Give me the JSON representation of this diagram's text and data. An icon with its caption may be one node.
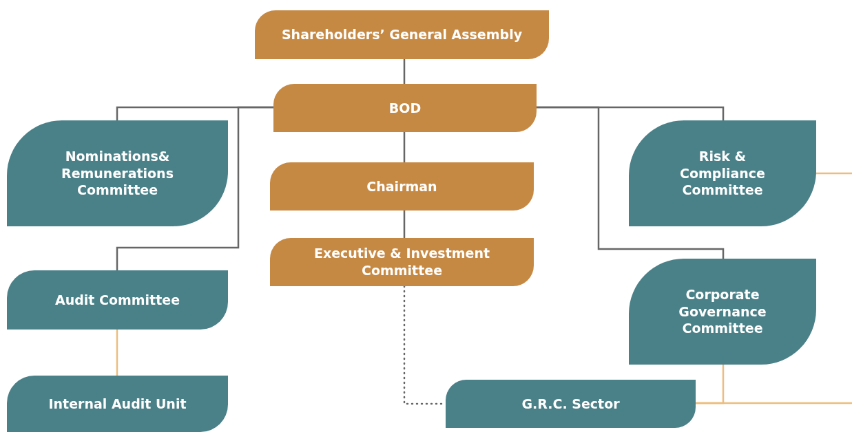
{
  "diagram": {
    "nodes": [
      {
        "text": [
          "Shareholders’ General Assembly"
        ]
      },
      {
        "text": [
          "BOD"
        ]
      },
      {
        "text": [
          "Chairman"
        ]
      },
      {
        "text": [
          "Executive & Investment Committee"
        ]
      },
      {
        "text": [
          "Nominations& Remunerations Committee"
        ]
      },
      {
        "text": [
          "Audit Committee"
        ]
      },
      {
        "text": [
          "Internal Audit Unit"
        ]
      },
      {
        "text": [
          "Risk & Compliance Committee"
        ]
      },
      {
        "text": [
          "Corporate Governance Committee"
        ]
      },
      {
        "text": [
          "G.R.C. Sector"
        ]
      }
    ],
    "edges": [
      {
        "from": 0,
        "to": 1,
        "arrow": "none"
      },
      {
        "from": 1,
        "to": 2,
        "arrow": "none"
      },
      {
        "from": 2,
        "to": 3,
        "arrow": "none"
      },
      {
        "from": 1,
        "to": 4,
        "arrow": "none"
      },
      {
        "from": 1,
        "to": 5,
        "arrow": "none"
      },
      {
        "from": 1,
        "to": 7,
        "arrow": "none"
      },
      {
        "from": 1,
        "to": 8,
        "arrow": "none"
      },
      {
        "from": 5,
        "to": 6,
        "arrow": "none",
        "color": "#ecbd7c"
      },
      {
        "from": 3,
        "to": 9,
        "arrow": "none",
        "style": "dashed"
      },
      {
        "from": 7,
        "to": null,
        "arrow": "none",
        "color": "#ecbd7c"
      },
      {
        "from": 8,
        "to": 9,
        "arrow": "none",
        "color": "#ecbd7c"
      },
      {
        "from": 9,
        "to": null,
        "arrow": "none",
        "color": "#ecbd7c"
      }
    ]
  }
}
